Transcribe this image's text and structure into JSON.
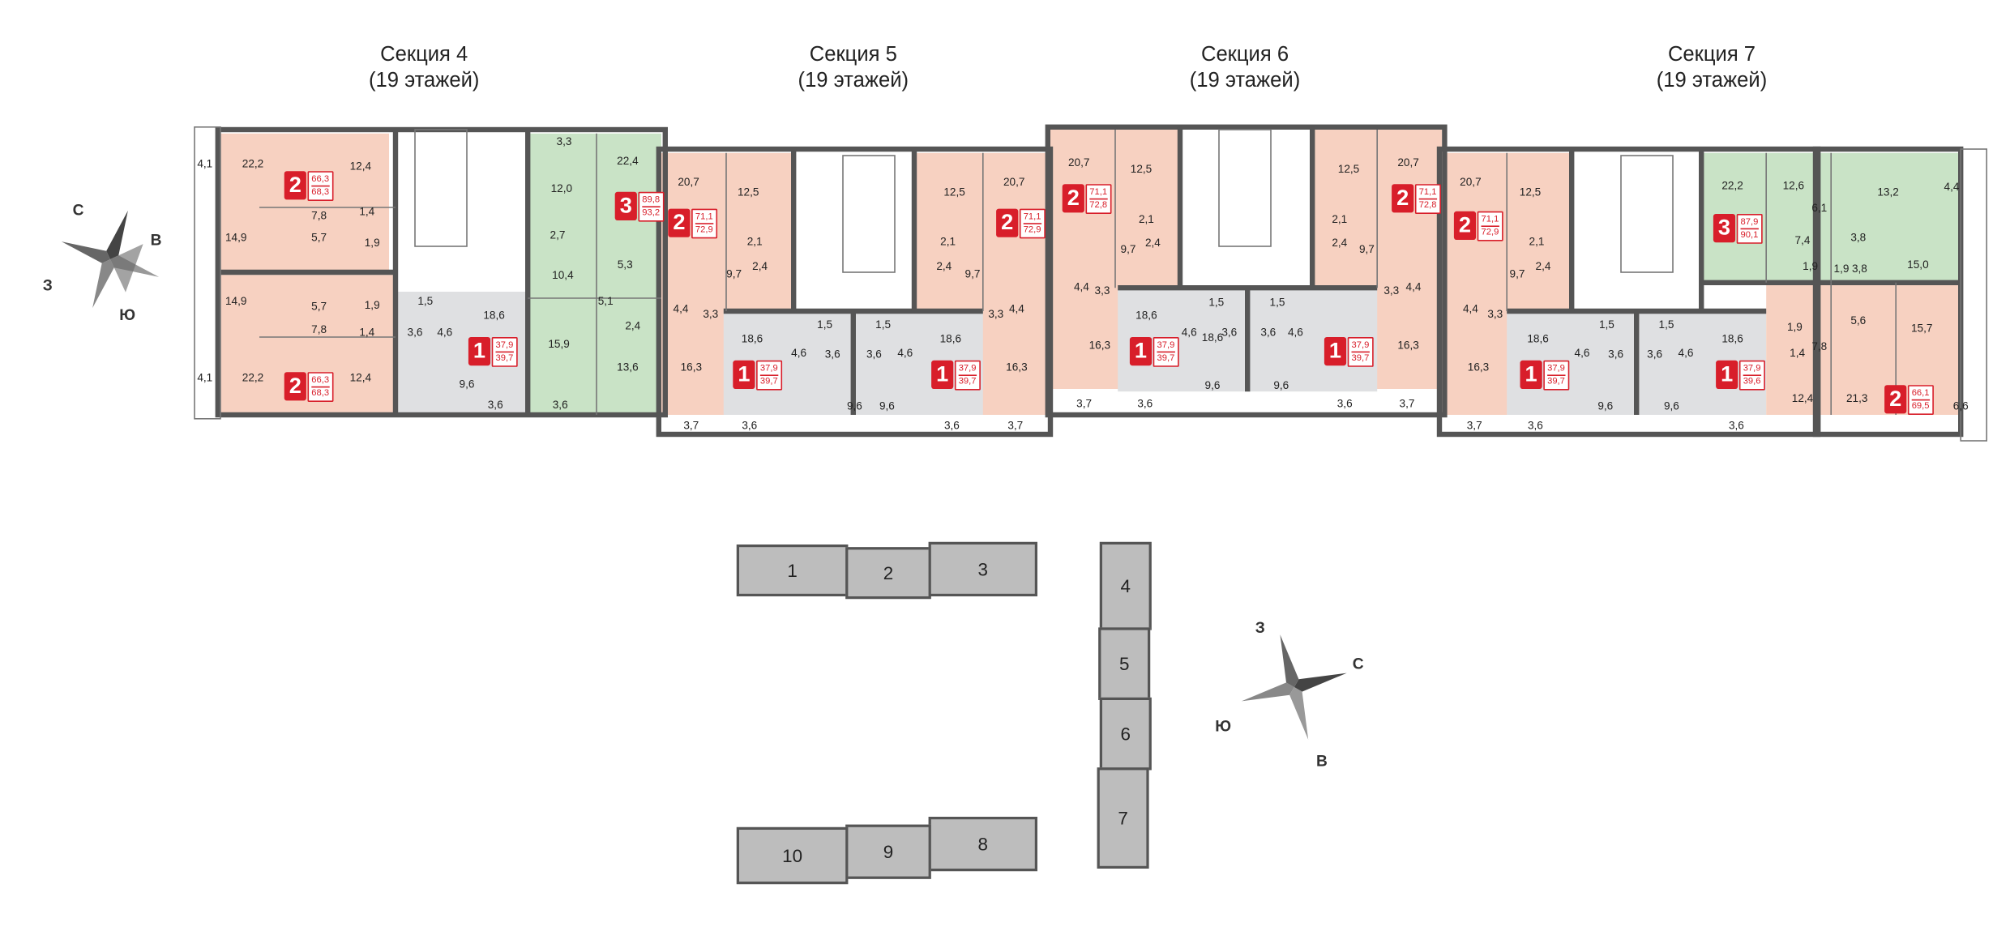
{
  "sections": [
    {
      "title": "Секция 4",
      "floors": "(19 этажей)"
    },
    {
      "title": "Секция 5",
      "floors": "(19 этажей)"
    },
    {
      "title": "Секция 6",
      "floors": "(19 этажей)"
    },
    {
      "title": "Секция 7",
      "floors": "(19 этажей)"
    }
  ],
  "colors": {
    "two_room": "#f7d1c1",
    "three_room": "#c9e3c6",
    "one_room": "#dfe0e2",
    "wall": "#555555",
    "badge": "#d81e2a"
  },
  "apartments": [
    {
      "rooms": "2",
      "area_total": "66,3",
      "area_full": "68,3"
    },
    {
      "rooms": "3",
      "area_total": "89,8",
      "area_full": "93,2"
    },
    {
      "rooms": "2",
      "area_total": "66,3",
      "area_full": "68,3"
    },
    {
      "rooms": "1",
      "area_total": "37,9",
      "area_full": "39,7"
    },
    {
      "rooms": "2",
      "area_total": "71,1",
      "area_full": "72,9"
    },
    {
      "rooms": "2",
      "area_total": "71,1",
      "area_full": "72,9"
    },
    {
      "rooms": "1",
      "area_total": "37,9",
      "area_full": "39,7"
    },
    {
      "rooms": "1",
      "area_total": "37,9",
      "area_full": "39,7"
    },
    {
      "rooms": "2",
      "area_total": "71,1",
      "area_full": "72,8"
    },
    {
      "rooms": "2",
      "area_total": "71,1",
      "area_full": "72,8"
    },
    {
      "rooms": "1",
      "area_total": "37,9",
      "area_full": "39,7"
    },
    {
      "rooms": "1",
      "area_total": "37,9",
      "area_full": "39,7"
    },
    {
      "rooms": "2",
      "area_total": "71,1",
      "area_full": "72,9"
    },
    {
      "rooms": "3",
      "area_total": "87,9",
      "area_full": "90,1"
    },
    {
      "rooms": "1",
      "area_total": "37,9",
      "area_full": "39,7"
    },
    {
      "rooms": "1",
      "area_total": "37,9",
      "area_full": "39,6"
    },
    {
      "rooms": "2",
      "area_total": "66,1",
      "area_full": "69,5"
    }
  ],
  "room_areas": [
    "4,1",
    "22,2",
    "12,4",
    "14,9",
    "7,8",
    "1,4",
    "5,7",
    "1,9",
    "14,9",
    "5,7",
    "1,9",
    "7,8",
    "1,4",
    "4,1",
    "22,2",
    "12,4",
    "3,3",
    "22,4",
    "12,0",
    "2,7",
    "10,4",
    "5,3",
    "5,1",
    "2,4",
    "15,9",
    "13,6",
    "1,5",
    "18,6",
    "3,6",
    "4,6",
    "9,6",
    "3,6",
    "3,6",
    "20,7",
    "12,5",
    "2,1",
    "9,7",
    "2,4",
    "4,4",
    "3,3",
    "16,3",
    "3,7",
    "3,6",
    "1,5",
    "1,5",
    "18,6",
    "4,6",
    "3,6",
    "3,6",
    "4,6",
    "18,6",
    "9,6",
    "9,6",
    "12,5",
    "20,7",
    "2,1",
    "2,4",
    "9,7",
    "3,3",
    "4,4",
    "16,3",
    "3,6",
    "3,7",
    "20,7",
    "12,5",
    "2,1",
    "9,7",
    "2,4",
    "4,4",
    "3,3",
    "18,6",
    "1,5",
    "1,5",
    "18,6",
    "4,6",
    "3,6",
    "3,6",
    "4,6",
    "16,3",
    "9,6",
    "9,6",
    "3,7",
    "3,6",
    "3,6",
    "3,7",
    "12,5",
    "20,7",
    "2,1",
    "2,4",
    "9,7",
    "3,3",
    "4,4",
    "16,3",
    "20,7",
    "12,5",
    "2,1",
    "9,7",
    "2,4",
    "4,4",
    "3,3",
    "1,5",
    "1,5",
    "18,6",
    "4,6",
    "3,6",
    "3,6",
    "4,6",
    "18,6",
    "16,3",
    "9,6",
    "9,6",
    "3,7",
    "3,6",
    "3,6",
    "22,2",
    "12,6",
    "6,1",
    "13,2",
    "4,4",
    "7,4",
    "3,8",
    "1,9",
    "1,9",
    "3,8",
    "15,0",
    "5,6",
    "1,9",
    "1,4",
    "7,8",
    "15,7",
    "12,4",
    "21,3",
    "6,6"
  ],
  "buildings": [
    "1",
    "2",
    "3",
    "4",
    "5",
    "6",
    "7",
    "8",
    "9",
    "10"
  ],
  "compass_top": {
    "n": "С",
    "e": "В",
    "s": "Ю",
    "w": "З"
  },
  "compass_bottom": {
    "n": "С",
    "e": "В",
    "s": "Ю",
    "w": "З"
  }
}
